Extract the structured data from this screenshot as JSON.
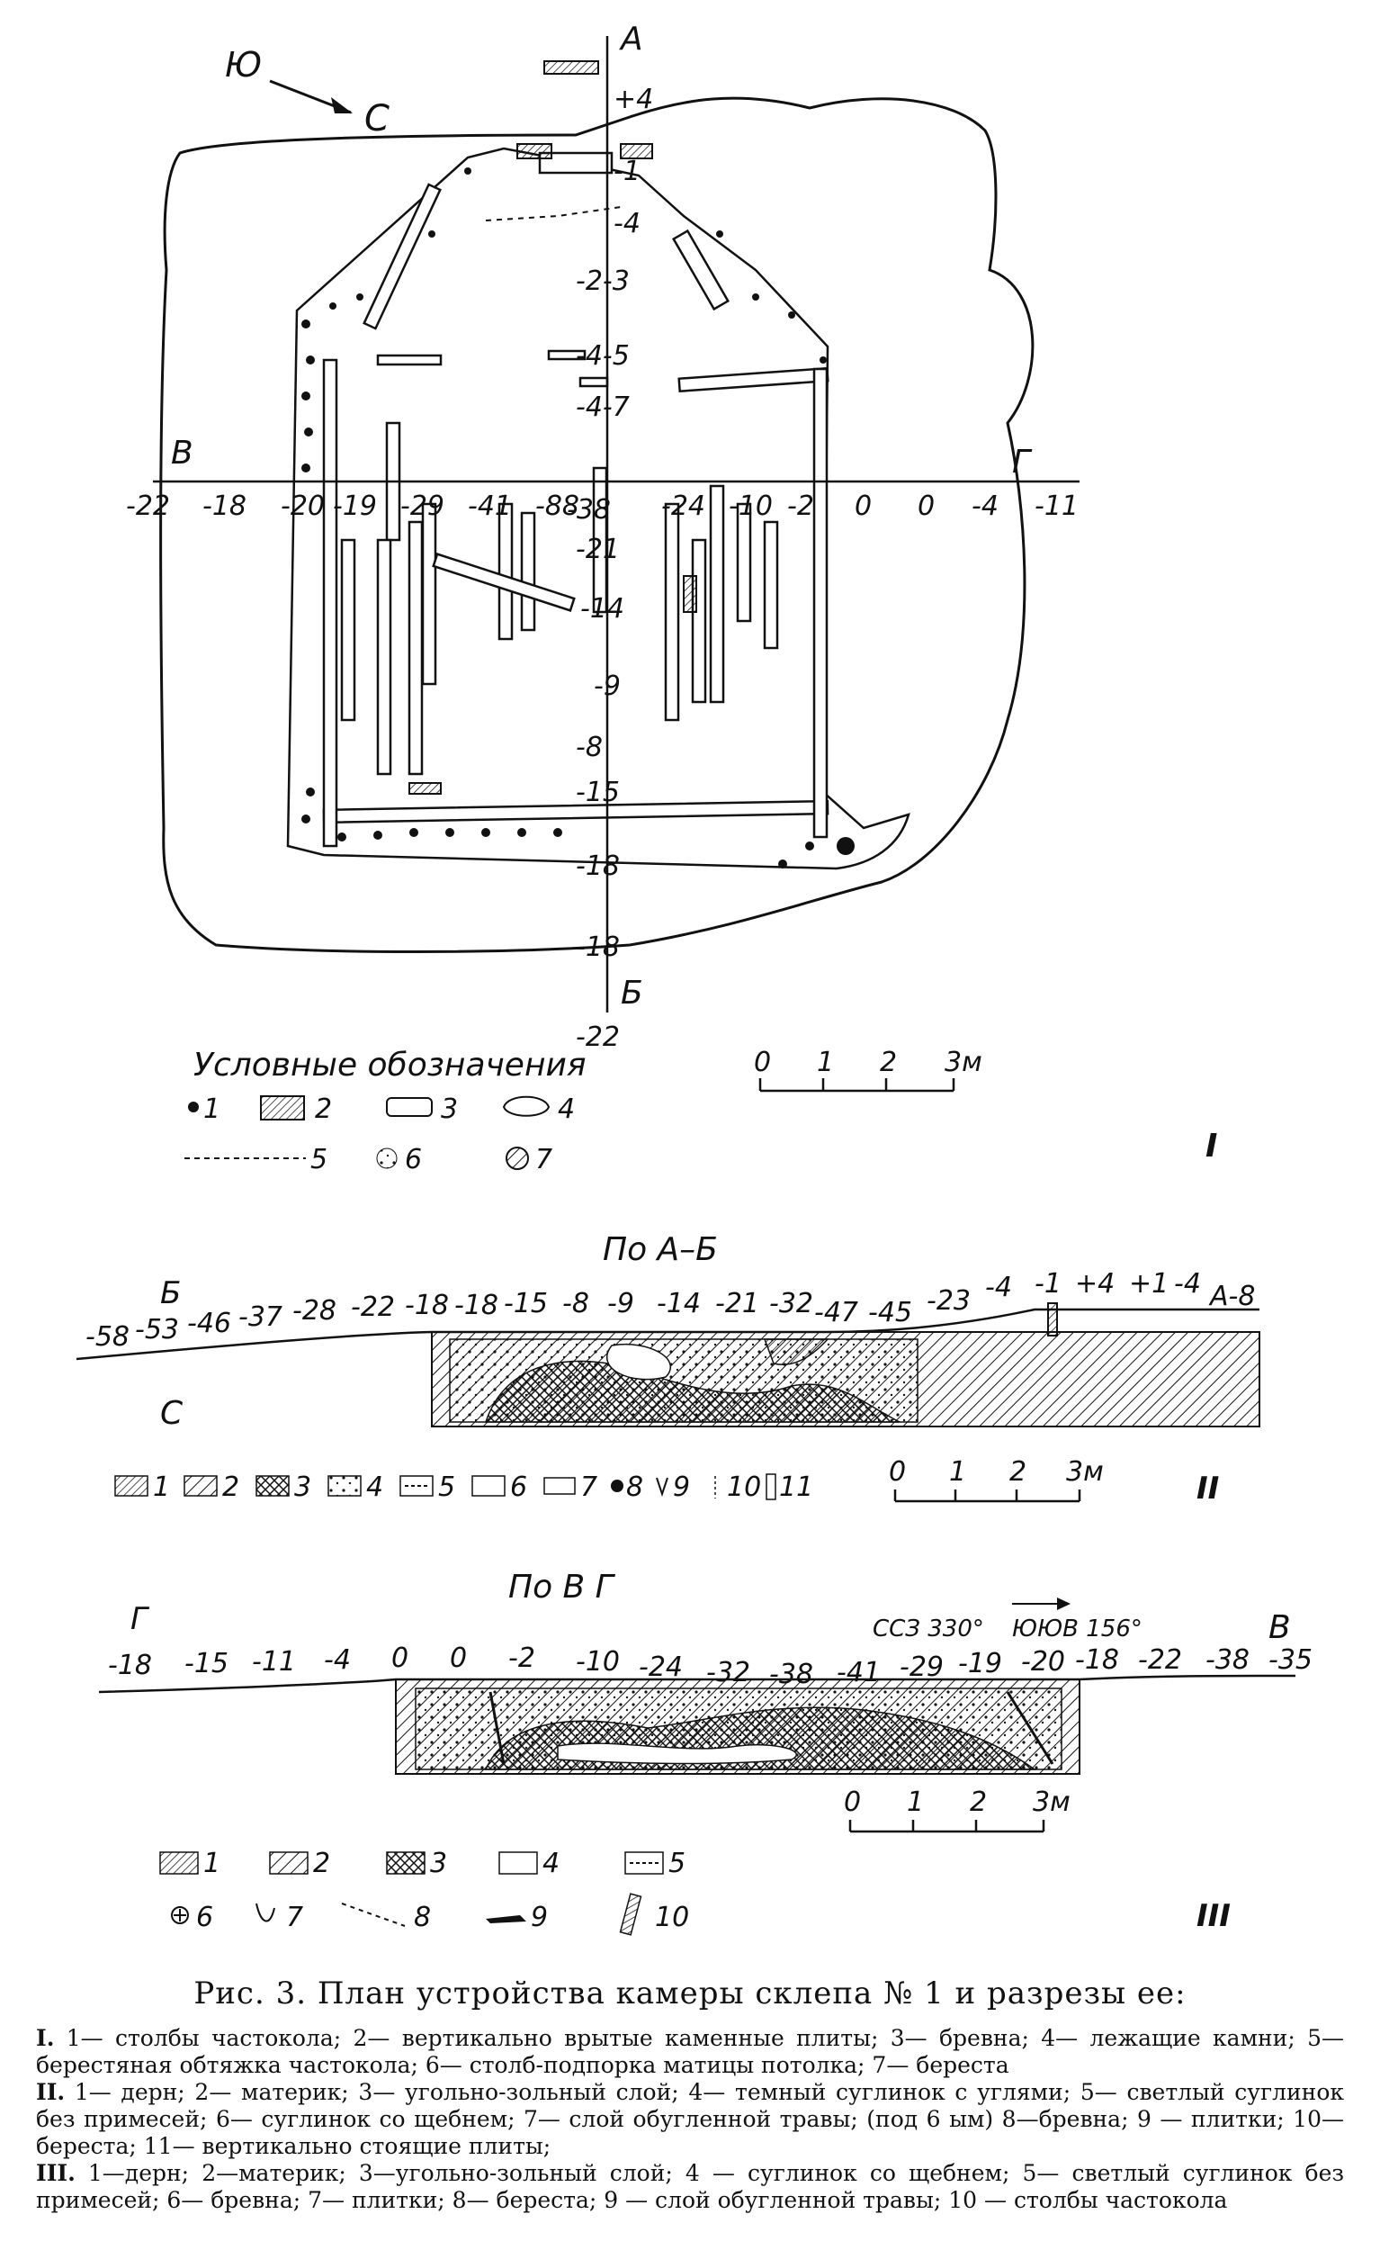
{
  "plan": {
    "compass_south": "Ю",
    "compass_north": "С",
    "axis_a": "А",
    "axis_b": "Б",
    "axis_v": "В",
    "axis_g": "Г",
    "vertical_marks": [
      "+4",
      "-1",
      "-4",
      "-2-3",
      "-4-5",
      "-4-7",
      "-38",
      "-21",
      "-14",
      "-9",
      "-8",
      "-15",
      "-18",
      "-18",
      "-22"
    ],
    "horizontal_marks": [
      "-22",
      "-18",
      "-20",
      "-19",
      "-29",
      "-41",
      "-88",
      "-24",
      "-10",
      "-2",
      "0",
      "0",
      "-4",
      "-11"
    ],
    "legend_title": "Условные обозначения",
    "legend_items": [
      "1",
      "2",
      "3",
      "4",
      "5",
      "6",
      "7"
    ],
    "scale": [
      "0",
      "1",
      "2",
      "3м"
    ],
    "roman": "I"
  },
  "section_ab": {
    "title": "По А–Б",
    "left_end": "Б",
    "right_end": "А-8",
    "side_label": "С",
    "marks": [
      "-58",
      "-53",
      "-46",
      "-37",
      "-28",
      "-22",
      "-18",
      "-18",
      "-15",
      "-8",
      "-9",
      "-14",
      "-21",
      "-32",
      "-47",
      "-45",
      "-23",
      "-4",
      "-1",
      "+4",
      "+1",
      "-4"
    ],
    "legend_items": [
      "1",
      "2",
      "3",
      "4",
      "5",
      "6",
      "7",
      "8",
      "9",
      "10",
      "11"
    ],
    "scale": [
      "0",
      "1",
      "2",
      "3м"
    ],
    "roman": "II"
  },
  "section_vg": {
    "title": "По В Г",
    "left_end": "Г",
    "right_end": "В",
    "orientation_left": "ССЗ 330°",
    "orientation_right": "ЮЮВ 156°",
    "marks": [
      "-18",
      "-15",
      "-11",
      "-4",
      "0",
      "0",
      "-2",
      "-10",
      "-24",
      "-32",
      "-38",
      "-41",
      "-29",
      "-19",
      "-20",
      "-18",
      "-22",
      "-38",
      "-35"
    ],
    "legend_items": [
      "1",
      "2",
      "3",
      "4",
      "5",
      "6",
      "7",
      "8",
      "9",
      "10"
    ],
    "scale": [
      "0",
      "1",
      "2",
      "3м"
    ],
    "roman": "III"
  },
  "caption": {
    "title": "Рис. 3. План устройства камеры склепа № 1 и разрезы ее:",
    "p1_lead": "I.",
    "p1": "1— столбы частокола; 2— вертикально врытые каменные плиты; 3— бревна; 4— лежащие камни; 5— берестяная обтяжка частокола; 6— столб-подпорка матицы потолка; 7— береста",
    "p2_lead": "II.",
    "p2": "1— дерн; 2— материк; 3— угольно-зольный слой; 4— темный суглинок с углями; 5— светлый суглинок без примесей; 6— суглинок со щебнем; 7— слой обугленной травы; (под 6 ым) 8—бревна; 9 — плитки; 10— береста; 11— вертикально стоящие плиты;",
    "p3_lead": "III.",
    "p3": "1—дерн; 2—материк; 3—угольно-зольный слой; 4 — суглинок со щебнем; 5— светлый суглинок без примесей; 6— бревна; 7— плитки; 8— береста; 9 — слой обугленной травы; 10 — столбы частокола"
  }
}
